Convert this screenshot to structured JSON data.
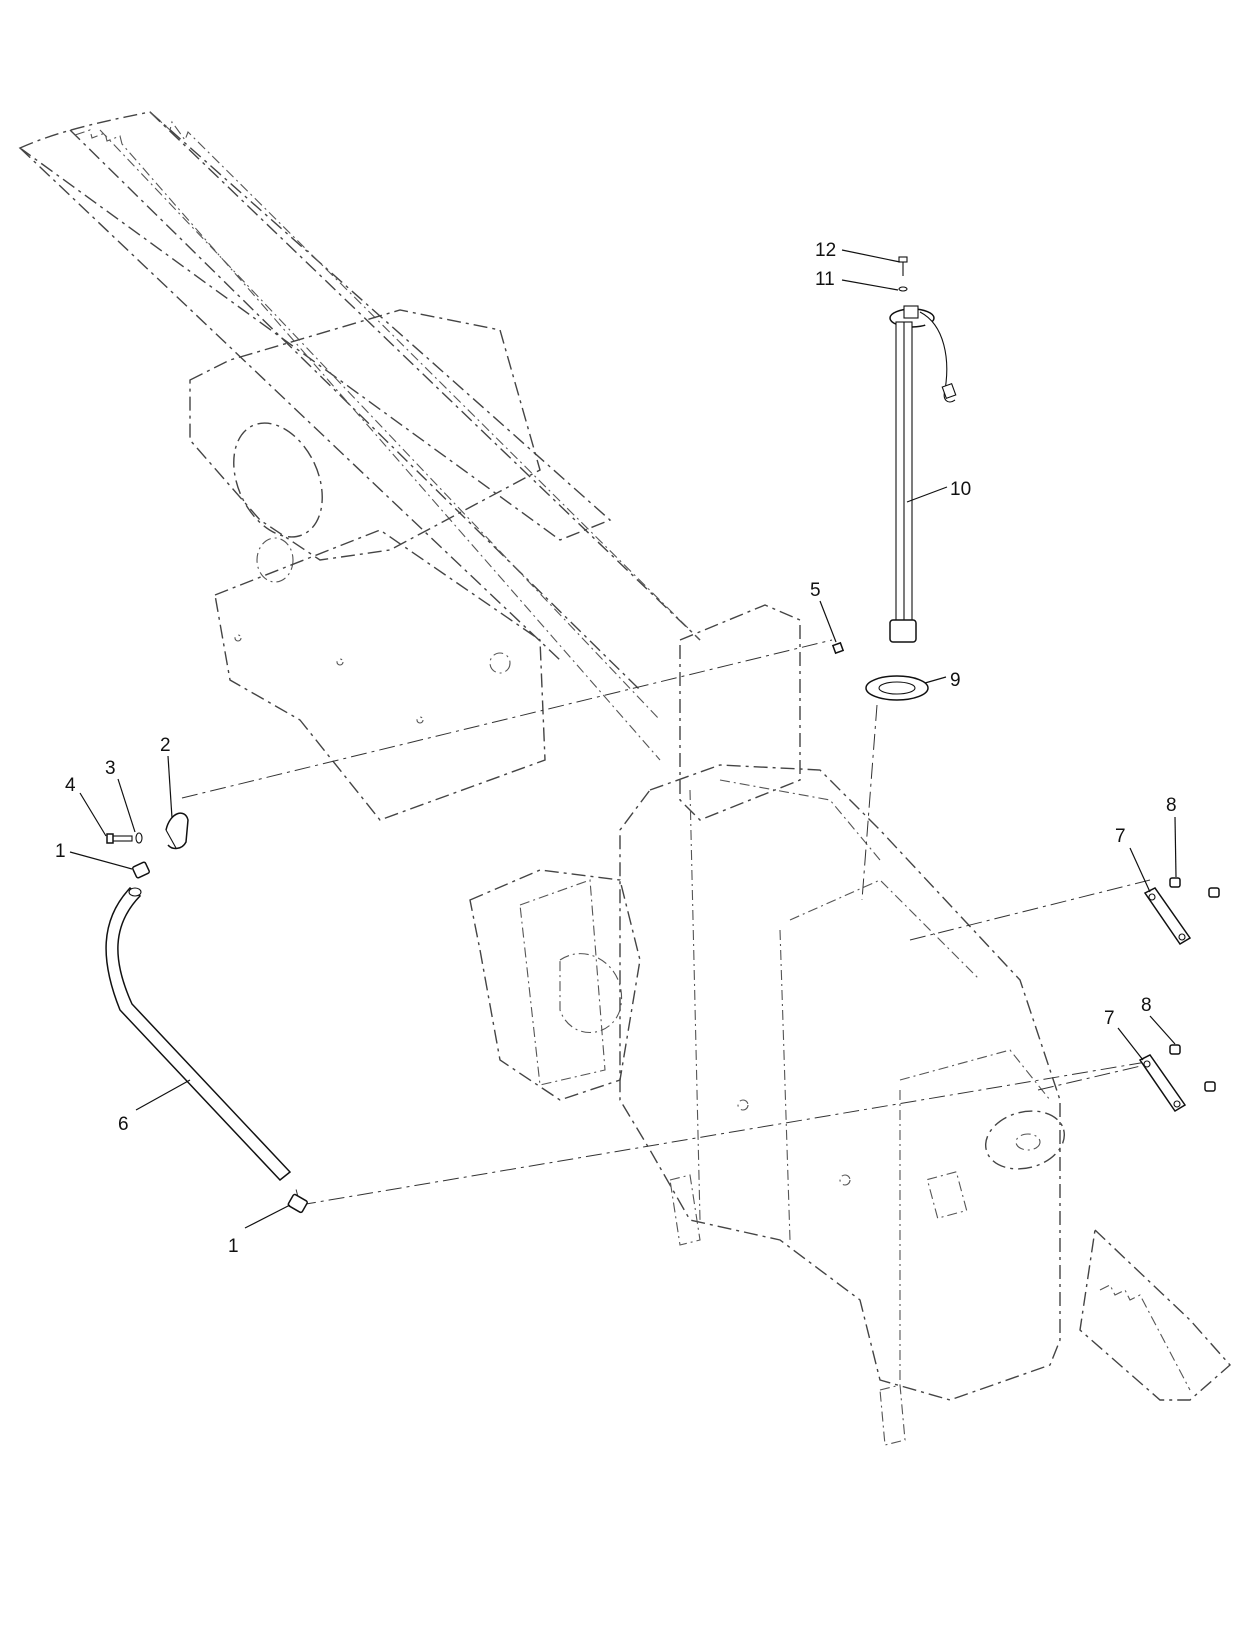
{
  "callouts": [
    {
      "id": "c12",
      "text": "12"
    },
    {
      "id": "c11",
      "text": "11"
    },
    {
      "id": "c10",
      "text": "10"
    },
    {
      "id": "c5",
      "text": "5"
    },
    {
      "id": "c9",
      "text": "9"
    },
    {
      "id": "c2",
      "text": "2"
    },
    {
      "id": "c3",
      "text": "3"
    },
    {
      "id": "c4",
      "text": "4"
    },
    {
      "id": "c1a",
      "text": "1"
    },
    {
      "id": "c7a",
      "text": "7"
    },
    {
      "id": "c8a",
      "text": "8"
    },
    {
      "id": "c8b",
      "text": "8"
    },
    {
      "id": "c7b",
      "text": "7"
    },
    {
      "id": "c6",
      "text": "6"
    },
    {
      "id": "c1b",
      "text": "1"
    }
  ],
  "colors": {
    "line": "#111111",
    "ghost": "#444444",
    "background": "#ffffff"
  }
}
